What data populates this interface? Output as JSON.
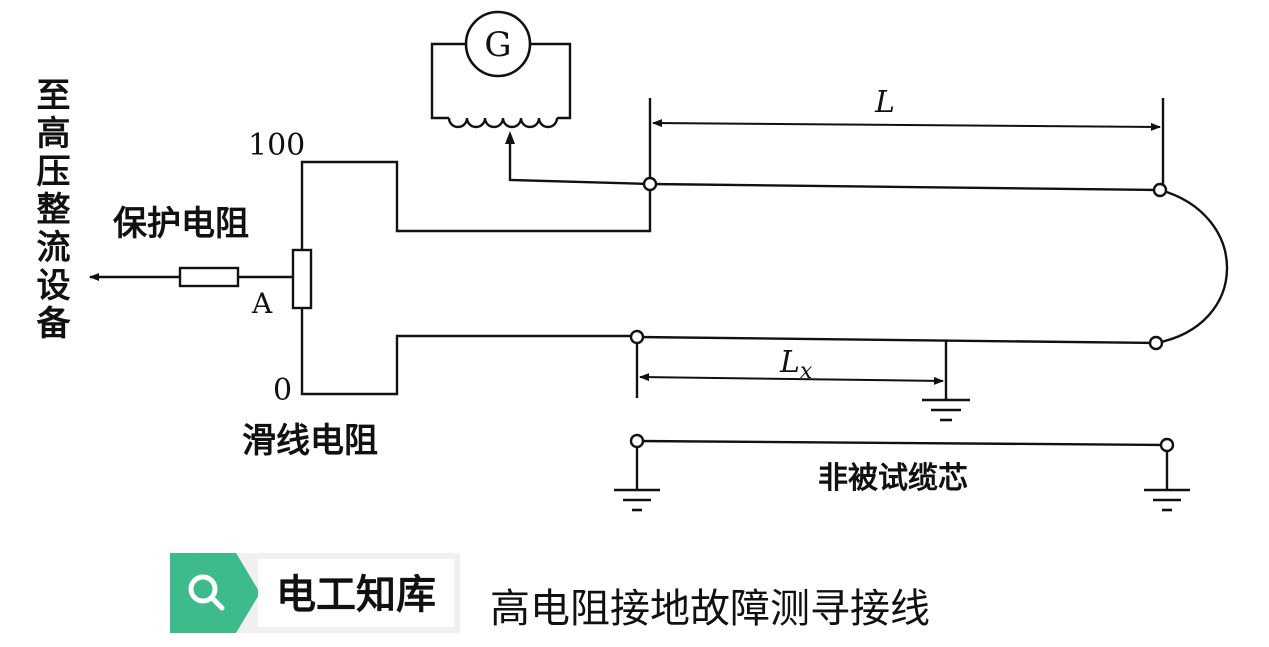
{
  "labels": {
    "side_text": "至高压整流设备",
    "protect_resistor": "保护电阻",
    "slide_resistor": "滑线电阻",
    "terminal_a": "A",
    "scale_top": "100",
    "scale_bottom": "0",
    "galvanometer": "G",
    "length_l": "L",
    "length_lx_main": "L",
    "length_lx_sub": "x",
    "non_test_core": "非被试缆芯"
  },
  "footer": {
    "brand": "电工知库",
    "caption": "高电阻接地故障测寻接线"
  },
  "colors": {
    "brand_green": "#3dbb8a",
    "line": "#111111"
  },
  "icons": [
    "search-icon",
    "ground-symbol"
  ]
}
